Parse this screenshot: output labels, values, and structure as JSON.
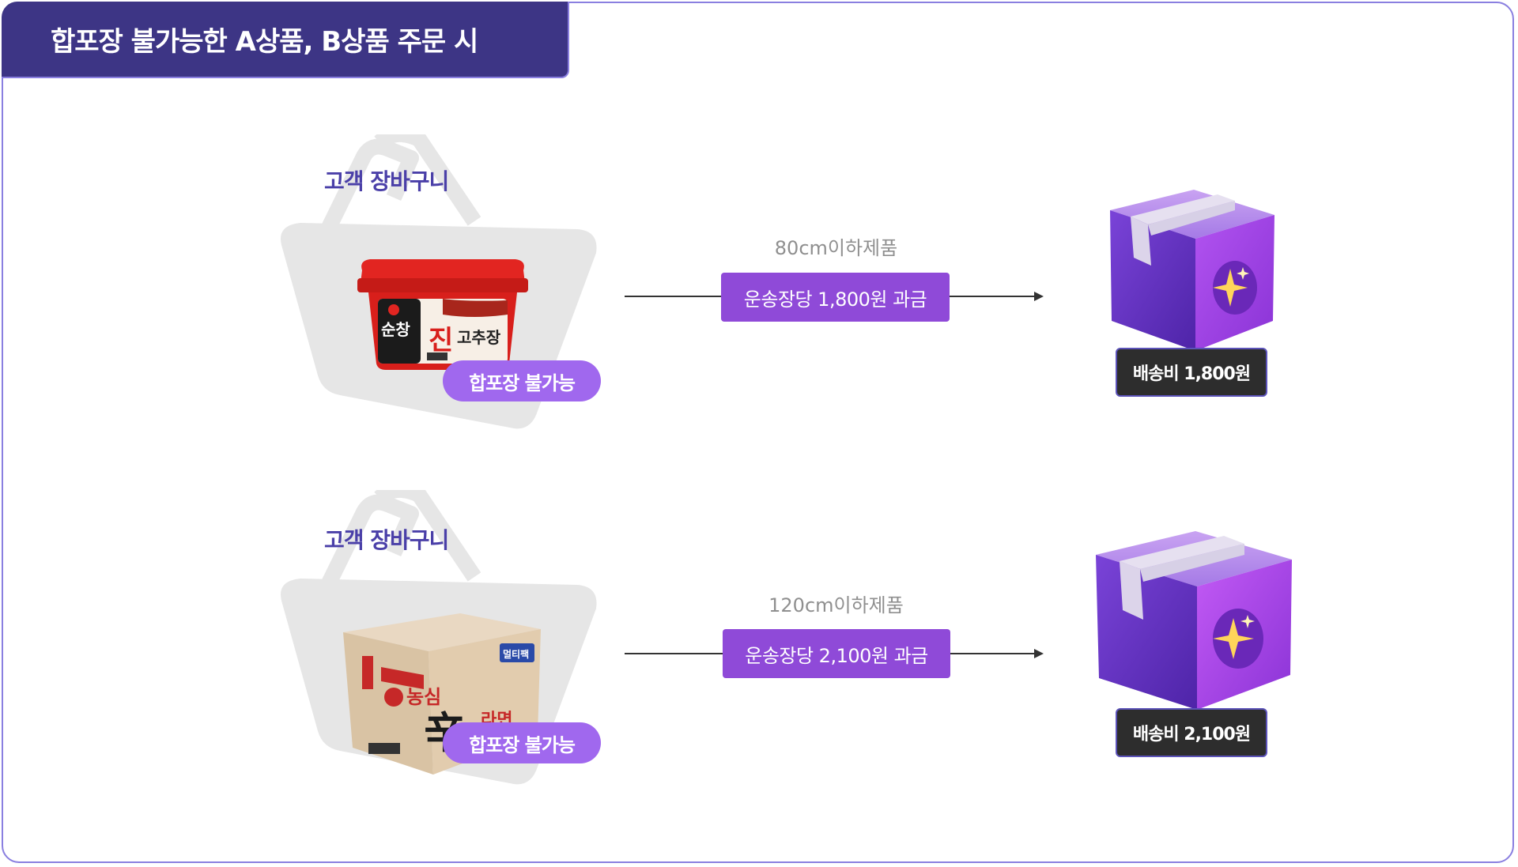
{
  "title": "합포장 불가능한 A상품, B상품 주문 시",
  "rows": [
    {
      "basket_label": "고객 장바구니",
      "product_label": "순창 진고추장",
      "product_brand": "순창",
      "product_name_big": "진",
      "product_name": "고추장",
      "badge": "합포장 불가능",
      "size_limit": "80cm이하제품",
      "fee": "운송장당 1,800원 과금",
      "shipping_tag": "배송비 1,800원"
    },
    {
      "basket_label": "고객 장바구니",
      "product_brand": "농심",
      "product_name": "라면",
      "product_name_big": "辛",
      "product_tag": "멀티팩",
      "badge": "합포장 불가능",
      "size_limit": "120cm이하제품",
      "fee": "운송장당 2,100원 과금",
      "shipping_tag": "배송비 2,100원"
    }
  ],
  "colors": {
    "header_bg": "#3d3585",
    "accent_purple": "#8f4ad8",
    "badge_purple": "#a068ee",
    "label_purple": "#4a3fa8",
    "tag_dark": "#2d2d2d"
  }
}
